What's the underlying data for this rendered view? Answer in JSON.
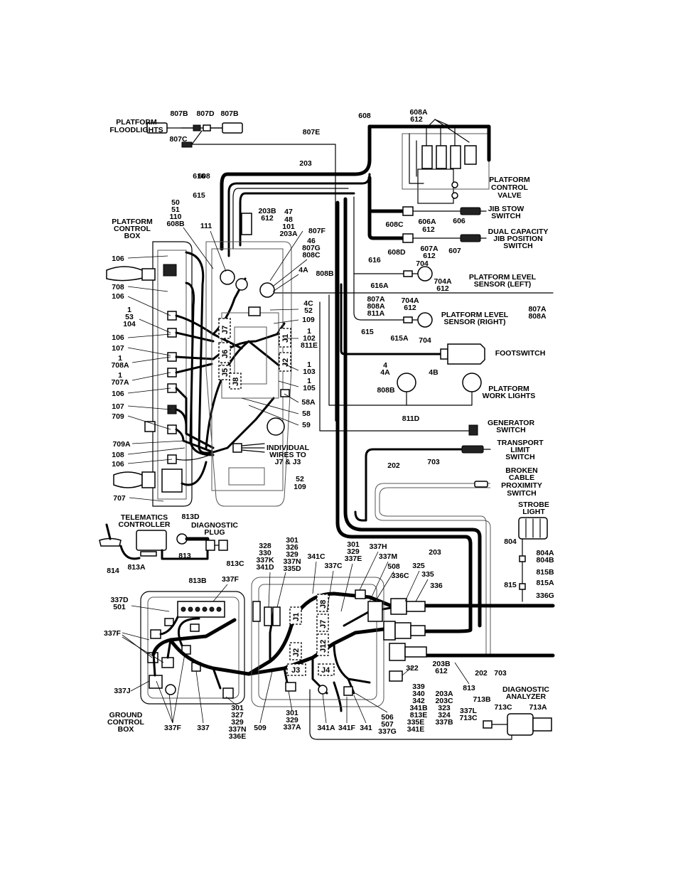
{
  "labels": {
    "platform_floodlights": [
      "PLATFORM",
      "FLOODLIGHTS"
    ],
    "platform_control_box": [
      "PLATFORM",
      "CONTROL",
      "BOX"
    ],
    "platform_control_valve": [
      "PLATFORM",
      "CONTROL",
      "VALVE"
    ],
    "jib_stow_switch": [
      "JIB STOW",
      "SWITCH"
    ],
    "dual_capacity_switch": [
      "DUAL CAPACITY",
      "JIB POSITION",
      "SWITCH"
    ],
    "level_sensor_left": [
      "PLATFORM LEVEL",
      "SENSOR (LEFT)"
    ],
    "level_sensor_right": [
      "PLATFORM LEVEL",
      "SENSOR (RIGHT)"
    ],
    "footswitch": [
      "FOOTSWITCH"
    ],
    "platform_work_lights": [
      "PLATFORM",
      "WORK LIGHTS"
    ],
    "generator_switch": [
      "GENERATOR",
      "SWITCH"
    ],
    "transport_limit_switch": [
      "TRANSPORT",
      "LIMIT",
      "SWITCH"
    ],
    "broken_cable": [
      "BROKEN",
      "CABLE",
      "PROXIMITY",
      "SWITCH"
    ],
    "strobe_light": [
      "STROBE",
      "LIGHT"
    ],
    "telematics_controller": [
      "TELEMATICS",
      "CONTROLLER"
    ],
    "diagnostic_plug": [
      "DIAGNOSTIC",
      "PLUG"
    ],
    "individual_wires": [
      "INDIVIDUAL",
      "WIRES TO",
      "J7 & J3"
    ],
    "ground_control_box": [
      "GROUND",
      "CONTROL",
      "BOX"
    ],
    "diagnostic_analyzer": [
      "DIAGNOSTIC",
      "ANALYZER"
    ]
  },
  "connectors": {
    "J1": "J1",
    "J2": "J2",
    "J5": "J5",
    "J6": "J6",
    "J7": "J7",
    "J8": "J8"
  },
  "ground_connectors": {
    "J1": "J1",
    "J2": "J2",
    "J3": "J3",
    "J4": "J4",
    "J7": "J7",
    "J8": "J8",
    "J12": "J12"
  },
  "wire_numbers": {
    "w807B_1": "807B",
    "w807D": "807D",
    "w807B_2": "807B",
    "w807C": "807C",
    "w807E": "807E",
    "w608": "608",
    "w608A": "608A",
    "w612_top": "612",
    "w608b": "608",
    "w203_top": "203",
    "w616": "616",
    "w615": "615",
    "w50grp": [
      "50",
      "51",
      "110",
      "608B"
    ],
    "w203B": [
      "203B",
      "612"
    ],
    "w47grp": [
      "47",
      "48",
      "101",
      "203A"
    ],
    "w111": "111",
    "w807F": "807F",
    "w46grp": [
      "46",
      "807G",
      "808C"
    ],
    "w4A": "4A",
    "w808B": "808B",
    "w608C": "608C",
    "w606A": [
      "606A",
      "612"
    ],
    "w606": "606",
    "w608D": "608D",
    "w607A": [
      "607A",
      "612"
    ],
    "w607": "607",
    "w616b": "616",
    "w704": "704",
    "w616A": "616A",
    "w704A": [
      "704A",
      "612"
    ],
    "w807A_grp": [
      "807A",
      "808A",
      "811A"
    ],
    "w704A_r": [
      "704A",
      "612"
    ],
    "w807A_right": [
      "807A",
      "808A"
    ],
    "w615b": "615",
    "w615A": "615A",
    "w704b": "704",
    "w4C": [
      "4C",
      "52"
    ],
    "w109": "109",
    "w1_102": [
      "1",
      "102",
      "811E"
    ],
    "w1_103": [
      "1",
      "103"
    ],
    "w1_105": [
      "1",
      "105"
    ],
    "w4_4A": [
      "4",
      "4A"
    ],
    "w4B": "4B",
    "w808B_b": "808B",
    "w58A": "58A",
    "w58": "58",
    "w59": "59",
    "w811D": "811D",
    "w106_1": "106",
    "w708": "708",
    "w106_2": "106",
    "w1_53": [
      "1",
      "53",
      "104"
    ],
    "w106_3": "106",
    "w107_1": "107",
    "w1_708A": [
      "1",
      "708A"
    ],
    "w1_707A": [
      "1",
      "707A"
    ],
    "w106_4": "106",
    "w107_2": "107",
    "w709": "709",
    "w709A": "709A",
    "w108": "108",
    "w106_5": "106",
    "w707": "707",
    "w202": "202",
    "w703": "703",
    "w52_109": [
      "52",
      "109"
    ],
    "w813D": "813D",
    "w813": "813",
    "w814": "814",
    "w813A": "813A",
    "w813B": "813B",
    "w813C": "813C",
    "w804": "804",
    "w804A": [
      "804A",
      "804B"
    ],
    "w815B": "815B",
    "w815": "815",
    "w815A": "815A",
    "w336G": "336G",
    "w337D": [
      "337D",
      "501"
    ],
    "w337F_top": "337F",
    "w328grp": [
      "328",
      "330",
      "337K",
      "341D"
    ],
    "w301grp1": [
      "301",
      "326",
      "329",
      "337N",
      "335D"
    ],
    "w341C": "341C",
    "w301grp2": [
      "301",
      "329",
      "337E"
    ],
    "w337C": "337C",
    "w337H": "337H",
    "w337M": "337M",
    "w203_b": "203",
    "w508": "508",
    "w325": "325",
    "w335": "335",
    "w336C": "336C",
    "w336": "336",
    "w337F_left": "337F",
    "w337J": "337J",
    "w322": "322",
    "w203B_b": [
      "203B",
      "612"
    ],
    "w202_b": "202",
    "w703_b": "703",
    "w813_b": "813",
    "w339grp": [
      "339",
      "340",
      "342",
      "341B",
      "813E"
    ],
    "w203Agrp": [
      "203A",
      "203C",
      "323",
      "324",
      "337B"
    ],
    "w713B": "713B",
    "w337L": [
      "337L",
      "713C"
    ],
    "w713C": "713C",
    "w713A": "713A",
    "w301grp3": [
      "301",
      "327",
      "329",
      "337N",
      "336E"
    ],
    "w509": "509",
    "w301grp4": [
      "301",
      "329",
      "337A"
    ],
    "w337F_bot": "337F",
    "w337": "337",
    "w341A": "341A",
    "w341F": "341F",
    "w341": "341",
    "w506grp": [
      "506",
      "507",
      "337G"
    ],
    "w335E": [
      "335E",
      "341E"
    ]
  }
}
